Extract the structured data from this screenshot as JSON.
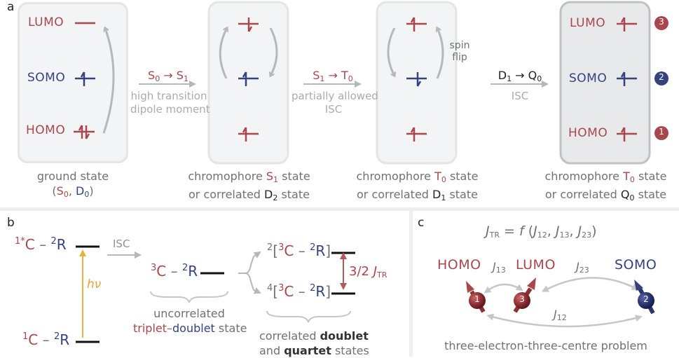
{
  "panels": {
    "a": {
      "label": "a",
      "states": [
        {
          "orbitals": [
            "LUMO",
            "SOMO",
            "HOMO"
          ],
          "caption_line1": "ground state",
          "caption_line2_parts": [
            "(",
            "S",
            "0",
            ", ",
            "D",
            "0",
            ")"
          ]
        },
        {
          "caption_line1_parts": [
            "chromophore ",
            "S",
            "1",
            " state"
          ],
          "caption_line2_parts": [
            "or correlated ",
            "D",
            "2",
            " state"
          ]
        },
        {
          "spin_flip_label_line1": "spin",
          "spin_flip_label_line2": "flip",
          "caption_line1_parts": [
            "chromophore ",
            "T",
            "0",
            " state"
          ],
          "caption_line2_parts": [
            "or correlated ",
            "D",
            "1",
            " state"
          ]
        },
        {
          "orbitals": [
            "LUMO",
            "SOMO",
            "HOMO"
          ],
          "badges": [
            "3",
            "2",
            "1"
          ],
          "caption_line1_parts": [
            "chromophore ",
            "T",
            "0",
            " state"
          ],
          "caption_line2_parts": [
            "or correlated ",
            "Q",
            "0",
            " state"
          ]
        }
      ],
      "transitions": [
        {
          "from": "S",
          "from_sub": "0",
          "to": "S",
          "to_sub": "1",
          "arrow": "→",
          "desc_line1": "high transition",
          "desc_line2": "dipole moment"
        },
        {
          "from": "S",
          "from_sub": "1",
          "to": "T",
          "to_sub": "0",
          "arrow": "→",
          "desc_line1": "partially allowed",
          "desc_line2": "ISC"
        },
        {
          "from": "D",
          "from_sub": "1",
          "to": "Q",
          "to_sub": "0",
          "arrow": "→",
          "desc_line1": "ISC"
        }
      ]
    },
    "b": {
      "label": "b",
      "excited": {
        "sup1": "1*",
        "c": "C",
        "dash": " – ",
        "sup2": "2",
        "r": "R"
      },
      "ground": {
        "sup1": "1",
        "c": "C",
        "dash": " – ",
        "sup2": "2",
        "r": "R"
      },
      "photon": "hν",
      "isc": "ISC",
      "triplet": {
        "sup1": "3",
        "c": "C",
        "dash": " – ",
        "sup2": "2",
        "r": "R"
      },
      "uncorrelated_line1": "uncorrelated",
      "uncorrelated_line2_parts": [
        "triplet",
        "–",
        "doublet",
        " state"
      ],
      "doublet": {
        "outer": "2",
        "sup1": "3",
        "c": "C",
        "dash": " – ",
        "sup2": "2",
        "r": "R"
      },
      "quartet": {
        "outer": "4",
        "sup1": "3",
        "c": "C",
        "dash": " – ",
        "sup2": "2",
        "r": "R"
      },
      "splitting": {
        "value": "3/2",
        "J": "J",
        "sub": "TR"
      },
      "correlated_line1_parts": [
        "correlated ",
        "doublet"
      ],
      "correlated_line2_parts": [
        "and ",
        "quartet",
        " states"
      ]
    },
    "c": {
      "label": "c",
      "equation": {
        "lhs": "J",
        "lhs_sub": "TR",
        "eq": " = ",
        "f": "f",
        "args": [
          {
            "J": "J",
            "sub": "12"
          },
          {
            "J": "J",
            "sub": "13"
          },
          {
            "J": "J",
            "sub": "23"
          }
        ]
      },
      "orbitals": [
        {
          "label": "HOMO",
          "badge": "1",
          "color": "#a8474c"
        },
        {
          "label": "LUMO",
          "badge": "3",
          "color": "#a8474c"
        },
        {
          "label": "SOMO",
          "badge": "2",
          "color": "#34437f"
        }
      ],
      "couplings": [
        {
          "J": "J",
          "sub": "13"
        },
        {
          "J": "J",
          "sub": "23"
        },
        {
          "J": "J",
          "sub": "12"
        }
      ],
      "caption": "three-electron-three-centre problem"
    }
  },
  "colors": {
    "red": "#a8474c",
    "blue": "#34437f",
    "grey_arrow": "#b5b7b9",
    "photon": "#e8b23f",
    "card_bg": "#f3f4f5"
  }
}
